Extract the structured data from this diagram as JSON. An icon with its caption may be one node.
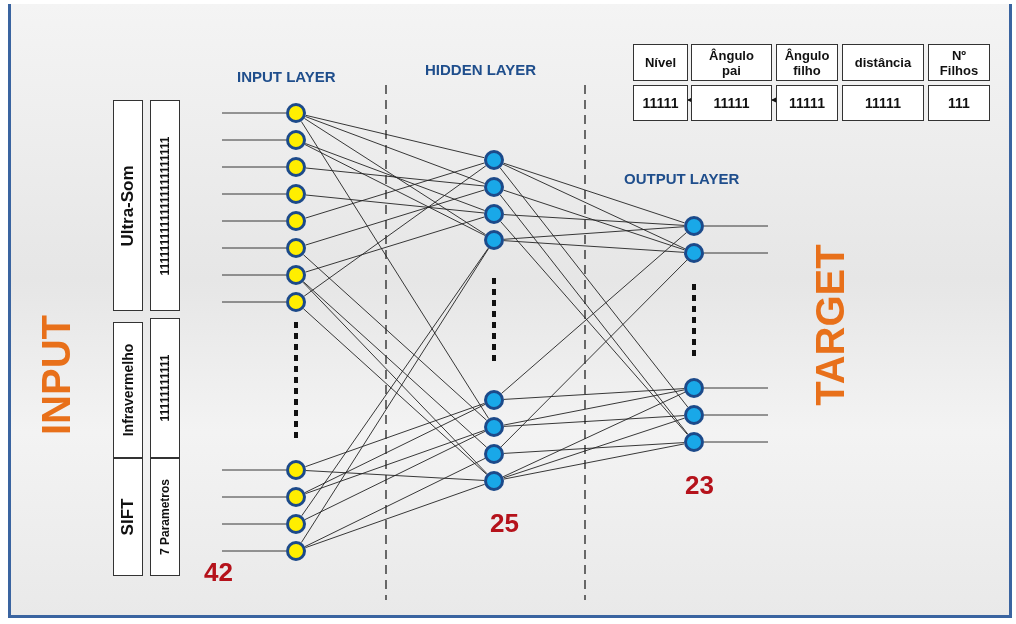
{
  "diagram": {
    "nodes": [
      {
        "text": [
          "Ultra-Som"
        ]
      },
      {
        "text": [
          "11111111111111111111111"
        ]
      },
      {
        "text": [
          "Infravermelho"
        ]
      },
      {
        "text": [
          "11111111111"
        ]
      },
      {
        "text": [
          "SIFT"
        ]
      },
      {
        "text": [
          "7 Parametros"
        ]
      },
      {
        "text": [
          "Nível"
        ]
      },
      {
        "text": [
          "Ângulo pai"
        ]
      },
      {
        "text": [
          "Ângulo filho"
        ]
      },
      {
        "text": [
          "distância"
        ]
      },
      {
        "text": [
          "Nº Filhos"
        ]
      },
      {
        "text": [
          "11111"
        ]
      },
      {
        "text": [
          "11111"
        ]
      },
      {
        "text": [
          "11111"
        ]
      },
      {
        "text": [
          "11111"
        ]
      },
      {
        "text": [
          "111"
        ]
      },
      {
        "text": [],
        "shape": "circle"
      },
      {
        "text": [],
        "shape": "circle"
      },
      {
        "text": [],
        "shape": "circle"
      },
      {
        "text": [],
        "shape": "circle"
      },
      {
        "text": [],
        "shape": "circle"
      },
      {
        "text": [],
        "shape": "circle"
      },
      {
        "text": [],
        "shape": "circle"
      },
      {
        "text": [],
        "shape": "circle"
      },
      {
        "text": [],
        "shape": "circle"
      },
      {
        "text": [],
        "shape": "circle"
      },
      {
        "text": [],
        "shape": "circle"
      },
      {
        "text": [],
        "shape": "circle"
      },
      {
        "text": [],
        "shape": "circle"
      },
      {
        "text": [],
        "shape": "circle"
      },
      {
        "text": [],
        "shape": "circle"
      },
      {
        "text": [],
        "shape": "circle"
      },
      {
        "text": [],
        "shape": "circle"
      },
      {
        "text": [],
        "shape": "circle"
      },
      {
        "text": [],
        "shape": "circle"
      },
      {
        "text": [],
        "shape": "circle"
      },
      {
        "text": [],
        "shape": "circle"
      },
      {
        "text": [],
        "shape": "circle"
      },
      {
        "text": [],
        "shape": "circle"
      },
      {
        "text": [],
        "shape": "circle"
      },
      {
        "text": [],
        "shape": "circle"
      }
    ],
    "edges": [
      {
        "from": 12,
        "to": 11,
        "arrow": "to"
      },
      {
        "from": 13,
        "to": 12,
        "arrow": "to"
      },
      {
        "from": null,
        "to": 16,
        "arrow": "none"
      },
      {
        "from": null,
        "to": 17,
        "arrow": "none"
      },
      {
        "from": null,
        "to": 18,
        "arrow": "none"
      },
      {
        "from": null,
        "to": 19,
        "arrow": "none"
      },
      {
        "from": null,
        "to": 20,
        "arrow": "none"
      },
      {
        "from": null,
        "to": 21,
        "arrow": "none"
      },
      {
        "from": null,
        "to": 22,
        "arrow": "none"
      },
      {
        "from": null,
        "to": 23,
        "arrow": "none"
      },
      {
        "from": null,
        "to": 24,
        "arrow": "none"
      },
      {
        "from": null,
        "to": 25,
        "arrow": "none"
      },
      {
        "from": null,
        "to": 26,
        "arrow": "none"
      },
      {
        "from": null,
        "to": 27,
        "arrow": "none"
      },
      {
        "from": 16,
        "to": 28,
        "arrow": "none"
      },
      {
        "from": 16,
        "to": 29,
        "arrow": "none"
      },
      {
        "from": 16,
        "to": 31,
        "arrow": "none"
      },
      {
        "from": 16,
        "to": 33,
        "arrow": "none"
      },
      {
        "from": 17,
        "to": 30,
        "arrow": "none"
      },
      {
        "from": 17,
        "to": 31,
        "arrow": "none"
      },
      {
        "from": 18,
        "to": 29,
        "arrow": "none"
      },
      {
        "from": 19,
        "to": 30,
        "arrow": "none"
      },
      {
        "from": 20,
        "to": 28,
        "arrow": "none"
      },
      {
        "from": 21,
        "to": 29,
        "arrow": "none"
      },
      {
        "from": 21,
        "to": 33,
        "arrow": "none"
      },
      {
        "from": 22,
        "to": 30,
        "arrow": "none"
      },
      {
        "from": 22,
        "to": 34,
        "arrow": "none"
      },
      {
        "from": 22,
        "to": 35,
        "arrow": "none"
      },
      {
        "from": 23,
        "to": 28,
        "arrow": "none"
      },
      {
        "from": 23,
        "to": 35,
        "arrow": "none"
      },
      {
        "from": 24,
        "to": 32,
        "arrow": "none"
      },
      {
        "from": 24,
        "to": 35,
        "arrow": "none"
      },
      {
        "from": 25,
        "to": 32,
        "arrow": "none"
      },
      {
        "from": 25,
        "to": 33,
        "arrow": "none"
      },
      {
        "from": 26,
        "to": 33,
        "arrow": "none"
      },
      {
        "from": 26,
        "to": 31,
        "arrow": "none"
      },
      {
        "from": 27,
        "to": 31,
        "arrow": "none"
      },
      {
        "from": 27,
        "to": 34,
        "arrow": "none"
      },
      {
        "from": 27,
        "to": 35,
        "arrow": "none"
      },
      {
        "from": 28,
        "to": 36,
        "arrow": "none"
      },
      {
        "from": 28,
        "to": 37,
        "arrow": "none"
      },
      {
        "from": 28,
        "to": 39,
        "arrow": "none"
      },
      {
        "from": 29,
        "to": 37,
        "arrow": "none"
      },
      {
        "from": 29,
        "to": 40,
        "arrow": "none"
      },
      {
        "from": 30,
        "to": 36,
        "arrow": "none"
      },
      {
        "from": 30,
        "to": 40,
        "arrow": "none"
      },
      {
        "from": 31,
        "to": 36,
        "arrow": "none"
      },
      {
        "from": 31,
        "to": 37,
        "arrow": "none"
      },
      {
        "from": 32,
        "to": 36,
        "arrow": "none"
      },
      {
        "from": 32,
        "to": 38,
        "arrow": "none"
      },
      {
        "from": 33,
        "to": 38,
        "arrow": "none"
      },
      {
        "from": 33,
        "to": 39,
        "arrow": "none"
      },
      {
        "from": 34,
        "to": 37,
        "arrow": "none"
      },
      {
        "from": 34,
        "to": 40,
        "arrow": "none"
      },
      {
        "from": 35,
        "to": 38,
        "arrow": "none"
      },
      {
        "from": 35,
        "to": 39,
        "arrow": "none"
      },
      {
        "from": 35,
        "to": 40,
        "arrow": "none"
      },
      {
        "from": 36,
        "to": null,
        "arrow": "none"
      },
      {
        "from": 37,
        "to": null,
        "arrow": "none"
      },
      {
        "from": 38,
        "to": null,
        "arrow": "none"
      },
      {
        "from": 39,
        "to": null,
        "arrow": "none"
      },
      {
        "from": 40,
        "to": null,
        "arrow": "none"
      }
    ],
    "labels": [
      "INPUT LAYER",
      "HIDDEN LAYER",
      "OUTPUT LAYER",
      "INPUT",
      "TARGET",
      "42",
      "25",
      "23"
    ]
  }
}
